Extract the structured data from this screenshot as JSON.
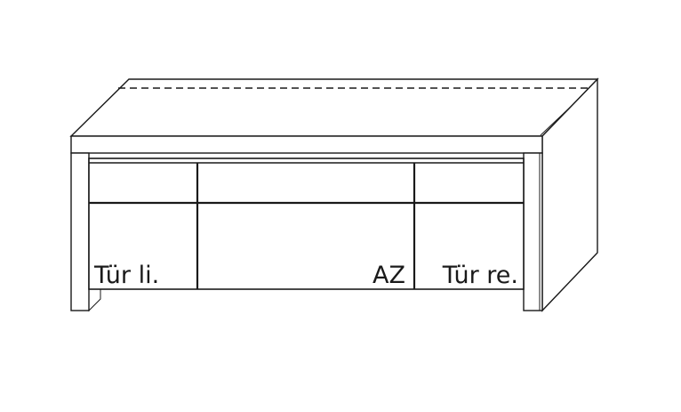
{
  "diagram": {
    "type": "furniture-line-drawing",
    "description": "Sideboard / TV cabinet front view in perspective",
    "labels": {
      "left_door": "Tür li.",
      "middle_compartment": "AZ",
      "right_door": "Tür re."
    },
    "colors": {
      "line": "#1a1a1a",
      "background": "#ffffff"
    }
  }
}
